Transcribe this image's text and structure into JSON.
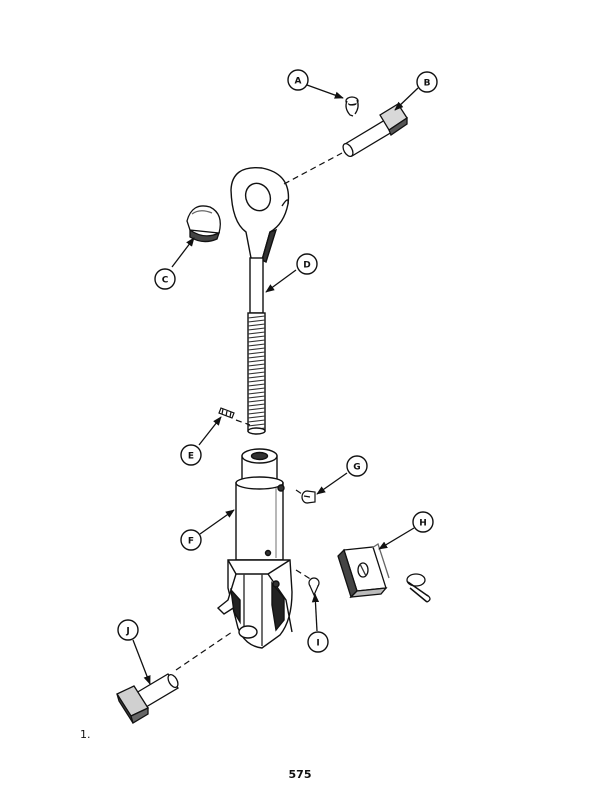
{
  "callouts": {
    "A": "A",
    "B": "B",
    "C": "C",
    "D": "D",
    "E": "E",
    "F": "F",
    "G": "G",
    "H": "H",
    "I": "I",
    "J": "J"
  },
  "step_number": "1.",
  "page_number": "575"
}
